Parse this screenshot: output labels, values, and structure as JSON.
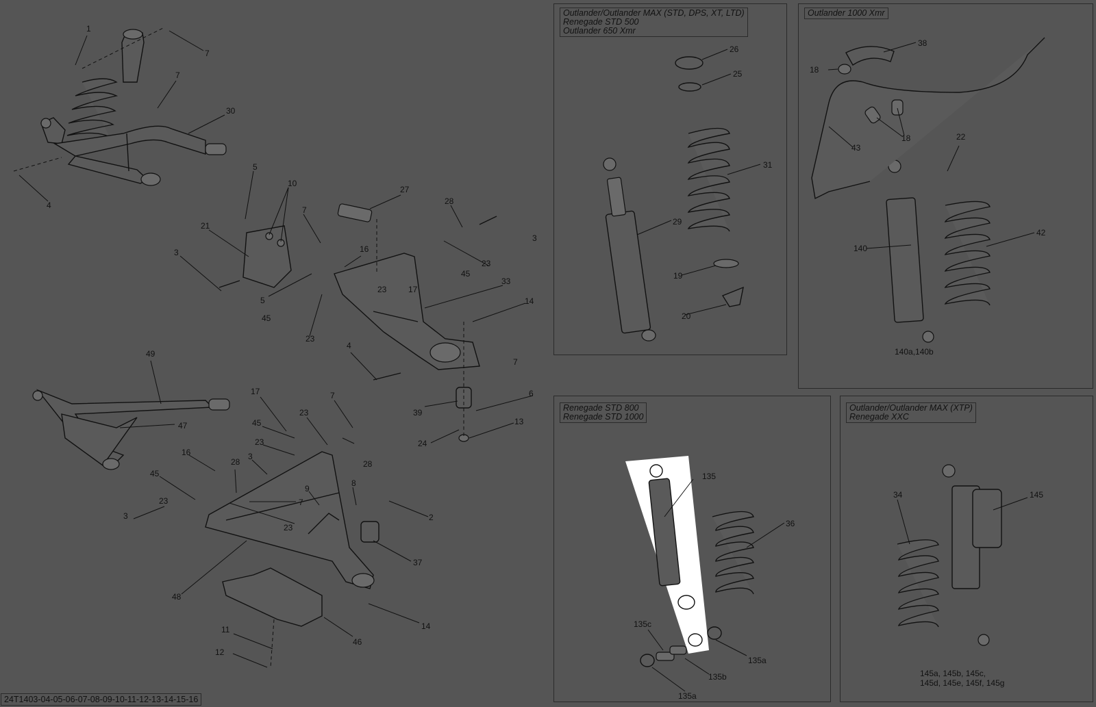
{
  "drawing_code": "24T1403-04-05-06-07-08-09-10-11-12-13-14-15-16",
  "panels": [
    {
      "id": "p1",
      "title": "Outlander/Outlander MAX (STD, DPS, XT, LTD)\nRenegade STD 500\nOutlander 650 Xmr"
    },
    {
      "id": "p2",
      "title": "Outlander 1000 Xmr"
    },
    {
      "id": "p3",
      "title": "Renegade STD 800\nRenegade STD 1000"
    },
    {
      "id": "p4",
      "title": "Outlander/Outlander MAX (XTP)\nRenegade XXC"
    }
  ],
  "callouts": [
    {
      "id": "c1",
      "text": "1"
    },
    {
      "id": "c2",
      "text": "7"
    },
    {
      "id": "c3",
      "text": "7"
    },
    {
      "id": "c4",
      "text": "30"
    },
    {
      "id": "c5",
      "text": "4"
    },
    {
      "id": "c6",
      "text": "5"
    },
    {
      "id": "c7",
      "text": "10"
    },
    {
      "id": "c8",
      "text": "27"
    },
    {
      "id": "c9",
      "text": "28"
    },
    {
      "id": "c10",
      "text": "21"
    },
    {
      "id": "c11",
      "text": "7"
    },
    {
      "id": "c12",
      "text": "3"
    },
    {
      "id": "c13",
      "text": "16"
    },
    {
      "id": "c14",
      "text": "23"
    },
    {
      "id": "c15",
      "text": "3"
    },
    {
      "id": "c16",
      "text": "5"
    },
    {
      "id": "c17",
      "text": "45"
    },
    {
      "id": "c18",
      "text": "23"
    },
    {
      "id": "c19",
      "text": "17"
    },
    {
      "id": "c20",
      "text": "45"
    },
    {
      "id": "c21",
      "text": "33"
    },
    {
      "id": "c22",
      "text": "14"
    },
    {
      "id": "c23",
      "text": "23"
    },
    {
      "id": "c24",
      "text": "4"
    },
    {
      "id": "c25",
      "text": "7"
    },
    {
      "id": "c26",
      "text": "49"
    },
    {
      "id": "c27",
      "text": "47"
    },
    {
      "id": "c28",
      "text": "17"
    },
    {
      "id": "c29",
      "text": "23"
    },
    {
      "id": "c30",
      "text": "7"
    },
    {
      "id": "c31",
      "text": "6"
    },
    {
      "id": "c32",
      "text": "39"
    },
    {
      "id": "c33",
      "text": "13"
    },
    {
      "id": "c34",
      "text": "24"
    },
    {
      "id": "c35",
      "text": "45"
    },
    {
      "id": "c36",
      "text": "23"
    },
    {
      "id": "c37",
      "text": "28"
    },
    {
      "id": "c38",
      "text": "16"
    },
    {
      "id": "c39",
      "text": "28"
    },
    {
      "id": "c40",
      "text": "3"
    },
    {
      "id": "c41",
      "text": "45"
    },
    {
      "id": "c42",
      "text": "7"
    },
    {
      "id": "c43",
      "text": "9"
    },
    {
      "id": "c44",
      "text": "8"
    },
    {
      "id": "c45",
      "text": "2"
    },
    {
      "id": "c46",
      "text": "23"
    },
    {
      "id": "c47",
      "text": "23"
    },
    {
      "id": "c48",
      "text": "3"
    },
    {
      "id": "c49",
      "text": "37"
    },
    {
      "id": "c50",
      "text": "48"
    },
    {
      "id": "c51",
      "text": "14"
    },
    {
      "id": "c52",
      "text": "11"
    },
    {
      "id": "c53",
      "text": "46"
    },
    {
      "id": "c54",
      "text": "12"
    },
    {
      "id": "c55",
      "text": "26"
    },
    {
      "id": "c56",
      "text": "25"
    },
    {
      "id": "c57",
      "text": "31"
    },
    {
      "id": "c58",
      "text": "29"
    },
    {
      "id": "c59",
      "text": "19"
    },
    {
      "id": "c60",
      "text": "20"
    },
    {
      "id": "c61",
      "text": "38"
    },
    {
      "id": "c62",
      "text": "18"
    },
    {
      "id": "c63",
      "text": "18"
    },
    {
      "id": "c64",
      "text": "43"
    },
    {
      "id": "c65",
      "text": "22"
    },
    {
      "id": "c66",
      "text": "42"
    },
    {
      "id": "c67",
      "text": "140"
    },
    {
      "id": "c68",
      "text": "140a,140b"
    },
    {
      "id": "c69",
      "text": "135"
    },
    {
      "id": "c70",
      "text": "36"
    },
    {
      "id": "c71",
      "text": "135c"
    },
    {
      "id": "c72",
      "text": "135a"
    },
    {
      "id": "c73",
      "text": "135b"
    },
    {
      "id": "c74",
      "text": "135a"
    },
    {
      "id": "c75",
      "text": "34"
    },
    {
      "id": "c76",
      "text": "145"
    },
    {
      "id": "c77",
      "text": "145a, 145b, 145c,"
    },
    {
      "id": "c78",
      "text": "145d, 145e, 145f, 145g"
    }
  ]
}
